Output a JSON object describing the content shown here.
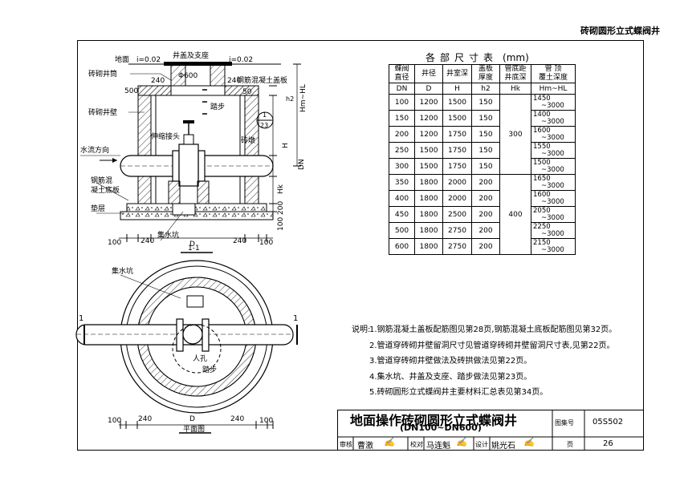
{
  "header": {
    "title": "砖砌圆形立式蝶阀井"
  },
  "elevation": {
    "labels": {
      "ground": "地面",
      "slope_left": "i=0.02",
      "slope_right": "i=0.02",
      "cover_seat": "井盖及支座",
      "shaft": "砖砌井筒",
      "cover_slab": "钢筋混凝土盖板",
      "phi": "Φ600",
      "dim_240_left": "240",
      "dim_240_right": "240",
      "dim_500": "500",
      "dim_50": "50",
      "wall": "砖砌井壁",
      "step": "踏步",
      "ref_num": "1",
      "ref_page": "23",
      "joint": "伸缩接头",
      "brick_pier": "砖墩",
      "flow": "水流方向",
      "base_slab_1": "钢筋混",
      "base_slab_2": "凝土底板",
      "cushion": "垫层",
      "sump": "集水坑",
      "h2": "h2",
      "hm": "Hm~HL",
      "h": "H",
      "dn": "DN",
      "hk": "Hk",
      "v200": "200",
      "v100": "100",
      "d": "D",
      "b100a": "100",
      "b240a": "240",
      "b240b": "240",
      "b100b": "100"
    }
  },
  "plan": {
    "section_label": "1-1",
    "sump": "集水坑",
    "manhole": "人孔",
    "step": "踏步",
    "cut_left": "1",
    "cut_right": "1",
    "d": "D",
    "b100a": "100",
    "b240a": "240",
    "b240b": "240",
    "b100b": "100",
    "name": "平面图"
  },
  "dims_table": {
    "title": "各部尺寸表",
    "unit": "(mm)",
    "headers": {
      "dn": [
        "蝶阀",
        "直径",
        "DN"
      ],
      "d": [
        "井径",
        "D"
      ],
      "h": [
        "井室深",
        "H"
      ],
      "h2": [
        "盖板",
        "厚度",
        "h2"
      ],
      "hk": [
        "管底距",
        "井底深",
        "Hk"
      ],
      "cover": [
        "管  顶",
        "覆土深度",
        "Hm~HL"
      ]
    },
    "rows": [
      {
        "dn": "100",
        "d": "1200",
        "h": "1500",
        "h2": "150",
        "c1": "1450",
        "c2": "~3000"
      },
      {
        "dn": "150",
        "d": "1200",
        "h": "1500",
        "h2": "150",
        "c1": "1400",
        "c2": "~3000"
      },
      {
        "dn": "200",
        "d": "1200",
        "h": "1750",
        "h2": "150",
        "c1": "1600",
        "c2": "~3000"
      },
      {
        "dn": "250",
        "d": "1500",
        "h": "1750",
        "h2": "150",
        "c1": "1550",
        "c2": "~3000"
      },
      {
        "dn": "300",
        "d": "1500",
        "h": "1750",
        "h2": "150",
        "c1": "1500",
        "c2": "~3000"
      },
      {
        "dn": "350",
        "d": "1800",
        "h": "2000",
        "h2": "200",
        "c1": "1650",
        "c2": "~3000"
      },
      {
        "dn": "400",
        "d": "1800",
        "h": "2000",
        "h2": "200",
        "c1": "1600",
        "c2": "~3000"
      },
      {
        "dn": "450",
        "d": "1800",
        "h": "2500",
        "h2": "200",
        "c1": "2050",
        "c2": "~3000"
      },
      {
        "dn": "500",
        "d": "1800",
        "h": "2750",
        "h2": "200",
        "c1": "2250",
        "c2": "~3000"
      },
      {
        "dn": "600",
        "d": "1800",
        "h": "2750",
        "h2": "200",
        "c1": "2150",
        "c2": "~3000"
      }
    ],
    "hk_groups": [
      "300",
      "400"
    ]
  },
  "notes": {
    "label": "说明:",
    "items": [
      "1.钢筋混凝土盖板配筋图见第28页,钢筋混凝土底板配筋图见第32页。",
      "2.管道穿砖砌井壁留洞尺寸见管道穿砖砌井壁留洞尺寸表,见第22页。",
      "3.管道穿砖砌井壁做法及砖拱做法见第22页。",
      "4.集水坑、井盖及支座、踏步做法见第23页。",
      "5.砖砌圆形立式蝶阀井主要材料汇总表见第34页。"
    ]
  },
  "title_block": {
    "title": "地面操作砖砌圆形立式蝶阀井",
    "subtitle": "(DN100~DN600)",
    "atlas_label": "图集号",
    "atlas_no": "05S502",
    "page_label": "页",
    "page_no": "26",
    "review_label": "审核",
    "review_name": "曹激",
    "check_label": "校对",
    "check_name": "马连魁",
    "design_label": "设计",
    "design_name": "姚光石"
  }
}
